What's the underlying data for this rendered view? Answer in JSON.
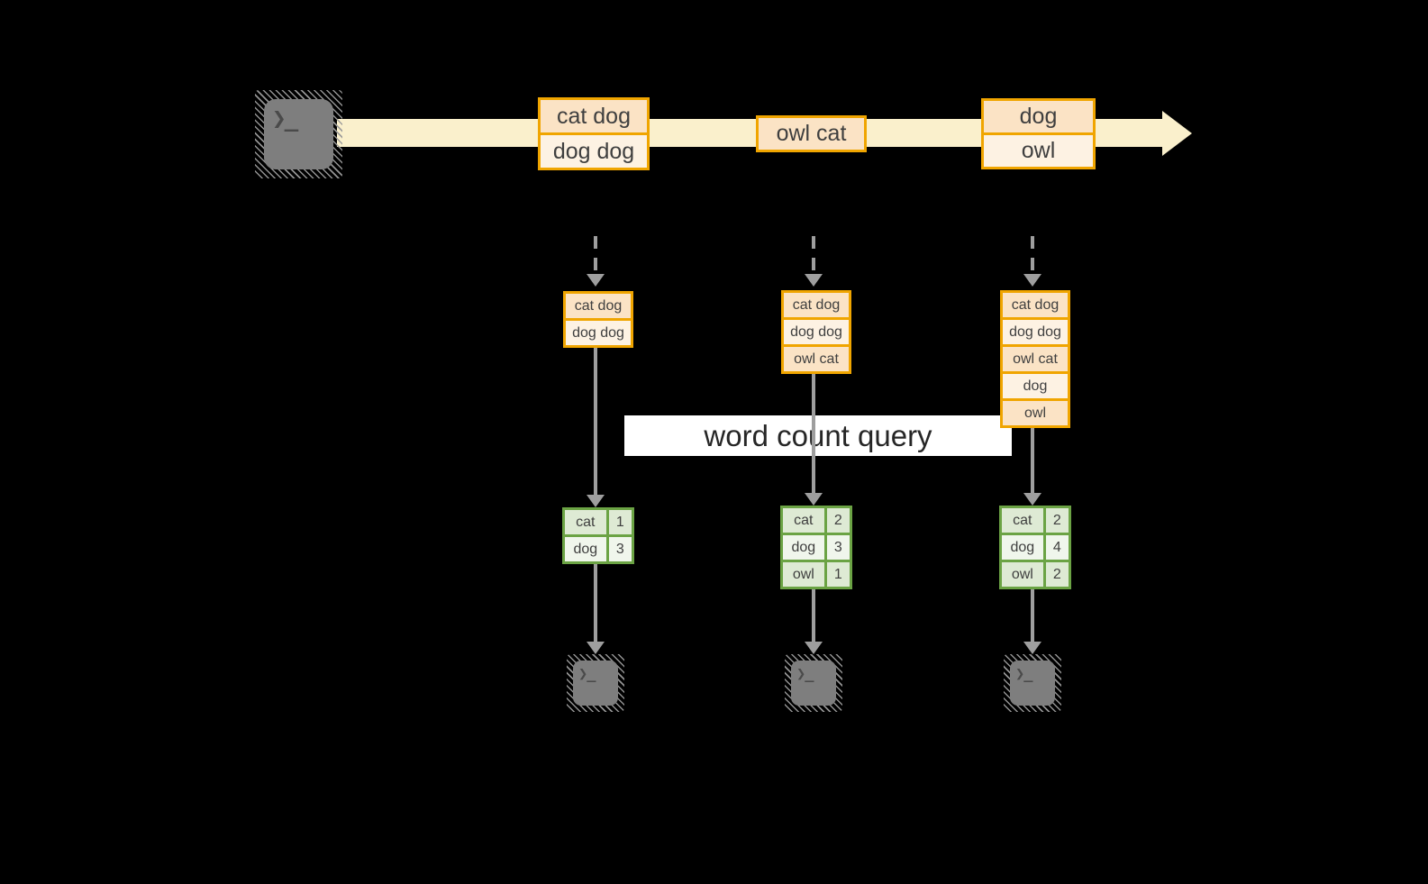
{
  "colors": {
    "bg": "#000000",
    "band": "#FAF0CC",
    "accent-orange": "#F0A500",
    "fill-peach": "#FBE3C5",
    "fill-cream": "#FDF2E3",
    "green-border": "#6BA344",
    "green-dark": "#DEEAD4",
    "green-light": "#F0F6EC",
    "arrow-gray": "#9E9E9E",
    "terminal-gray": "#7E7E7E",
    "glyph-gray": "#4A4A4A",
    "text-dark": "#3F3F3F",
    "query-bg": "#FFFFFF",
    "query-text": "#262626"
  },
  "icons": {
    "prompt_glyph": "❯_"
  },
  "query_label": "word count query",
  "stream": {
    "events": [
      {
        "rows": [
          "cat dog",
          "dog dog"
        ]
      },
      {
        "rows": [
          "owl cat"
        ]
      },
      {
        "rows": [
          "dog",
          "owl"
        ]
      }
    ]
  },
  "columns": [
    {
      "buffer": [
        "cat dog",
        "dog dog"
      ],
      "counts": [
        {
          "word": "cat",
          "count": "1"
        },
        {
          "word": "dog",
          "count": "3"
        }
      ]
    },
    {
      "buffer": [
        "cat dog",
        "dog dog",
        "owl cat"
      ],
      "counts": [
        {
          "word": "cat",
          "count": "2"
        },
        {
          "word": "dog",
          "count": "3"
        },
        {
          "word": "owl",
          "count": "1"
        }
      ]
    },
    {
      "buffer": [
        "cat dog",
        "dog dog",
        "owl cat",
        "dog",
        "owl"
      ],
      "counts": [
        {
          "word": "cat",
          "count": "2"
        },
        {
          "word": "dog",
          "count": "4"
        },
        {
          "word": "owl",
          "count": "2"
        }
      ]
    }
  ]
}
